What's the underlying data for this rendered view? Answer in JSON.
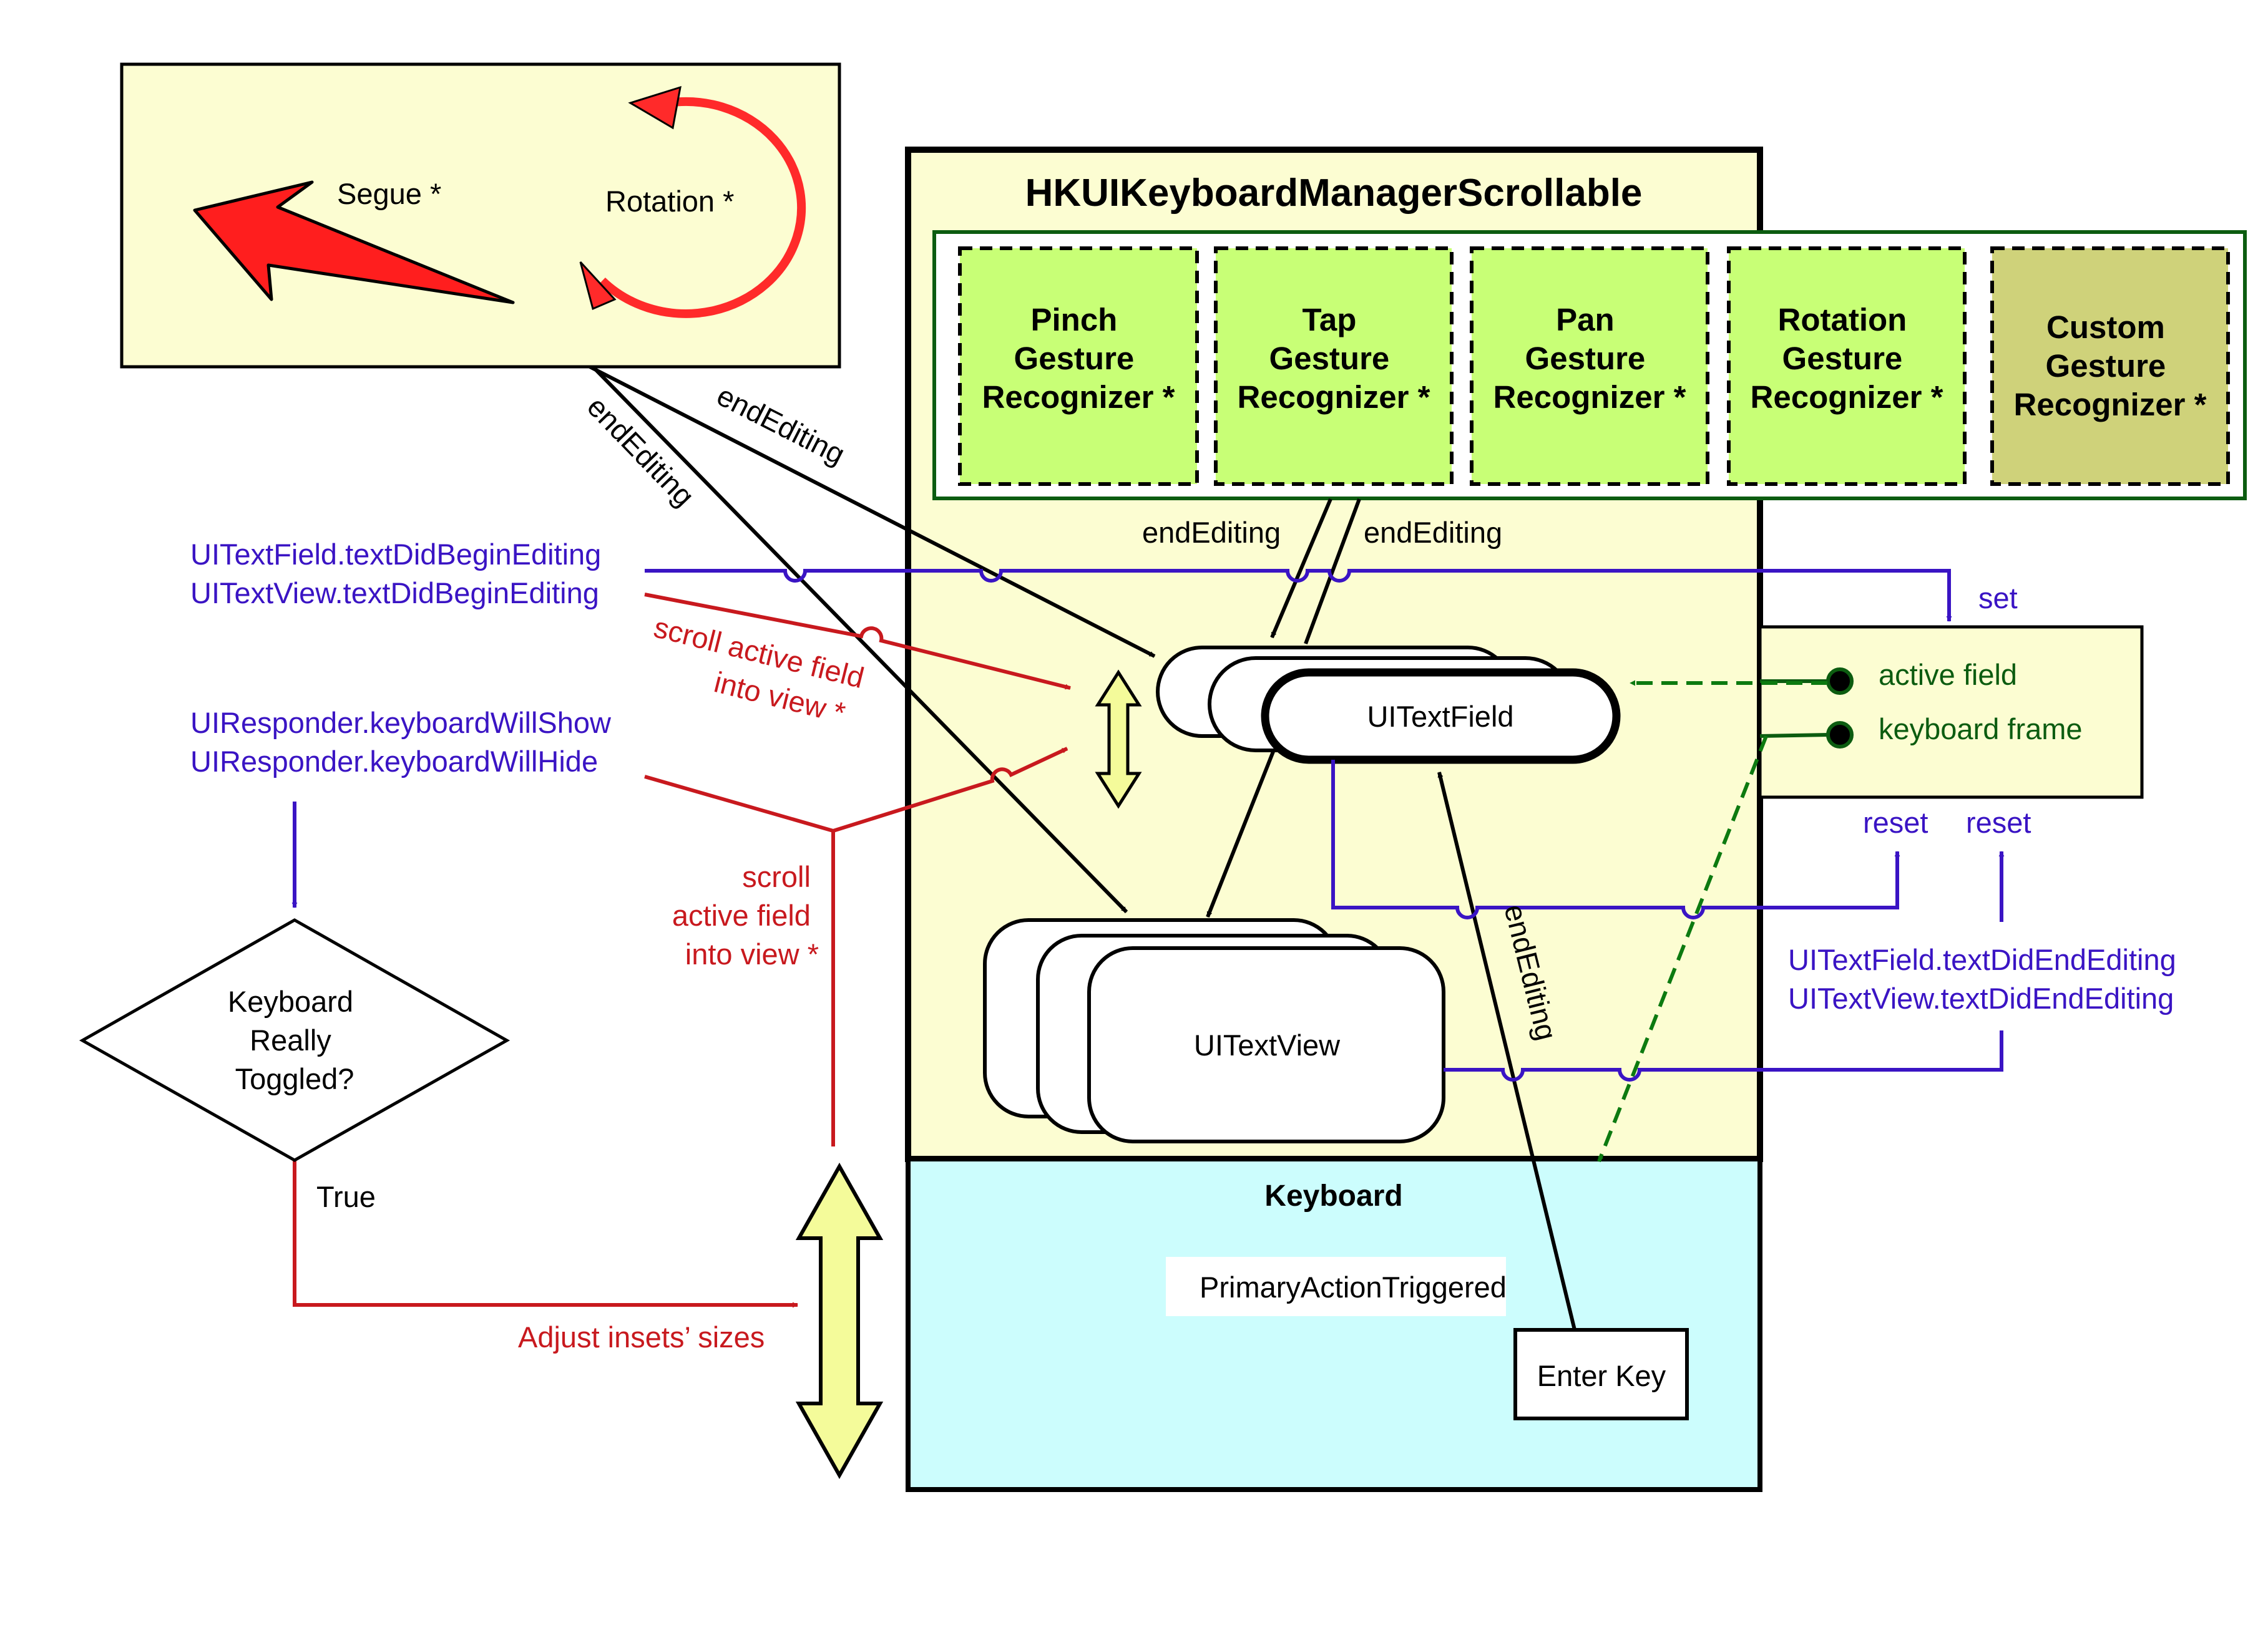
{
  "events_box": {
    "segue": "Segue *",
    "rotation": "Rotation *"
  },
  "manager": {
    "title": "HKUIKeyboardManagerScrollable",
    "recognizers": [
      [
        "Pinch",
        "Gesture",
        "Recognizer *"
      ],
      [
        "Tap",
        "Gesture",
        "Recognizer *"
      ],
      [
        "Pan",
        "Gesture",
        "Recognizer *"
      ],
      [
        "Rotation",
        "Gesture",
        "Recognizer *"
      ],
      [
        "Custom",
        "Gesture",
        "Recognizer *"
      ]
    ],
    "text_field": "UITextField",
    "text_view": "UITextView"
  },
  "keyboard": {
    "title": "Keyboard",
    "primary_action": "PrimaryActionTriggered",
    "enter_key": "Enter Key"
  },
  "state_box": {
    "active_field": "active field",
    "keyboard_frame": "keyboard frame"
  },
  "labels": {
    "end_editing": "endEditing",
    "set": "set",
    "reset": "reset",
    "begin_field": "UITextField.textDidBeginEditing",
    "begin_view": "UITextView.textDidBeginEditing",
    "end_field": "UITextField.textDidEndEditing",
    "end_view": "UITextView.textDidEndEditing",
    "will_show": "UIResponder.keyboardWillShow",
    "will_hide": "UIResponder.keyboardWillHide",
    "scroll_top": [
      "scroll active field",
      "into view *"
    ],
    "scroll_mid": [
      "scroll",
      "active field",
      "into view *"
    ],
    "adjust_insets": "Adjust insets’ sizes",
    "true_label": "True"
  },
  "decision": [
    "Keyboard",
    "Really",
    "Toggled?"
  ],
  "colors": {
    "purple": "#3a14c4",
    "red": "#c8191e",
    "bright_red": "#ff2a2a",
    "dark_green": "#0c5c10",
    "light_yellow": "#fcfdd2",
    "light_green": "#c8ff76",
    "olive": "#cfd27a",
    "cyan": "#ccfdfd"
  }
}
